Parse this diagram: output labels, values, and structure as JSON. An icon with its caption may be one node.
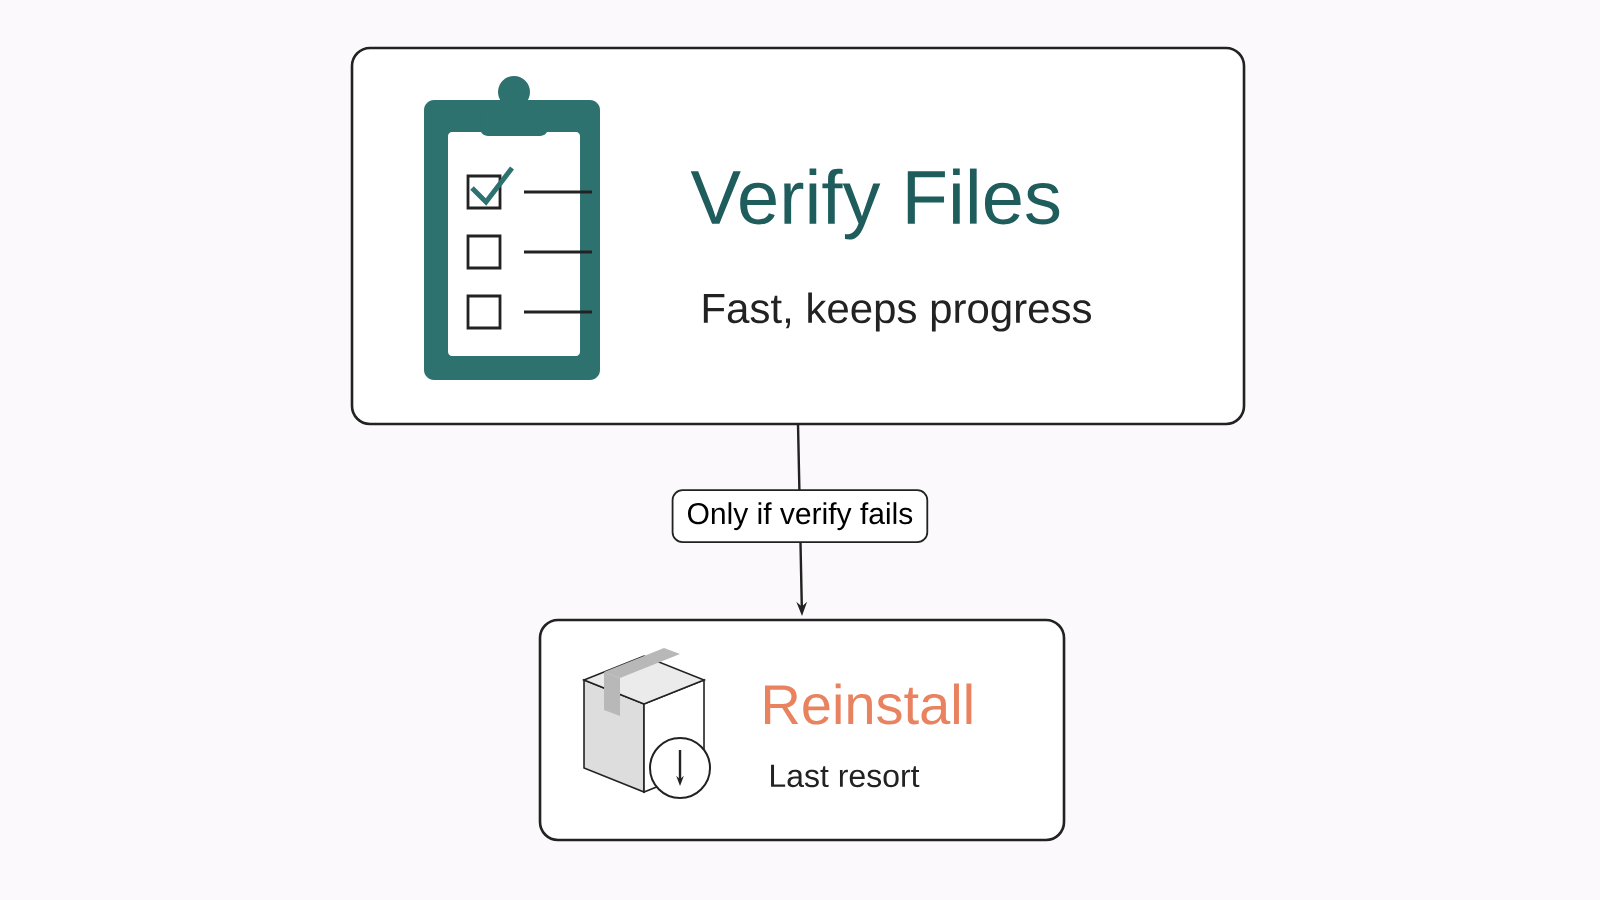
{
  "diagram": {
    "nodes": [
      {
        "text": [
          "Verify Files",
          "Fast, keeps progress"
        ]
      },
      {
        "text": [
          "Reinstall",
          "Last resort"
        ]
      }
    ],
    "edges": [
      {
        "from": 0,
        "to": 1,
        "arrow": "to",
        "label": "Only if verify fails"
      }
    ]
  }
}
